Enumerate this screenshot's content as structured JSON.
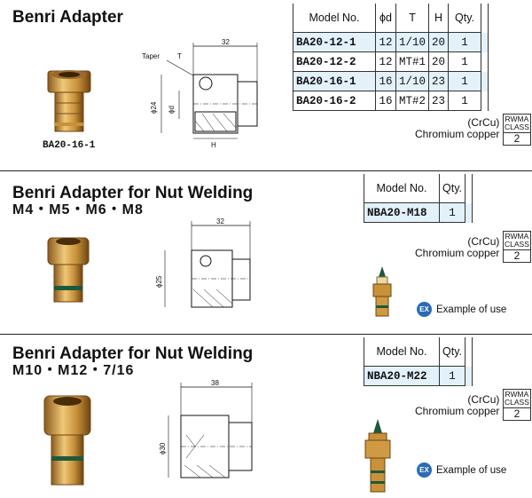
{
  "sections": [
    {
      "title": "Benri Adapter",
      "subtitle": "",
      "photo_caption": "BA20-16-1",
      "drawing": {
        "dim_length": "32",
        "dim_diameter": "ϕ24",
        "dim_bore": "ϕd",
        "taper_label": "Taper",
        "taper_symbol": "T",
        "h_label": "H"
      },
      "table": {
        "headers": [
          "Model No.",
          "ϕd",
          "T",
          "H",
          "Qty."
        ],
        "rows": [
          [
            "BA20-12-1",
            "12",
            "1/10",
            "20",
            "1"
          ],
          [
            "BA20-12-2",
            "12",
            "MT#1",
            "20",
            "1"
          ],
          [
            "BA20-16-1",
            "16",
            "1/10",
            "23",
            "1"
          ],
          [
            "BA20-16-2",
            "16",
            "MT#2",
            "23",
            "1"
          ]
        ],
        "highlighted_rows": [
          0,
          2
        ]
      },
      "material": {
        "code": "(CrCu)",
        "name": "Chromium copper",
        "rwma": "RWMA",
        "class_label": "CLASS",
        "class_value": "2"
      }
    },
    {
      "title": "Benri Adapter for Nut Welding",
      "subtitle": "M4・M5・M6・M8",
      "drawing": {
        "dim_length": "32",
        "dim_diameter": "ϕ25"
      },
      "table": {
        "headers": [
          "Model No.",
          "Qty."
        ],
        "rows": [
          [
            "NBA20-M18",
            "1"
          ]
        ]
      },
      "material": {
        "code": "(CrCu)",
        "name": "Chromium copper",
        "rwma": "RWMA",
        "class_label": "CLASS",
        "class_value": "2"
      },
      "example": {
        "badge": "EX",
        "label": "Example of use"
      }
    },
    {
      "title": "Benri Adapter for Nut Welding",
      "subtitle": "M10・M12・7/16",
      "drawing": {
        "dim_length": "38",
        "dim_diameter": "ϕ30"
      },
      "table": {
        "headers": [
          "Model No.",
          "Qty."
        ],
        "rows": [
          [
            "NBA20-M22",
            "1"
          ]
        ]
      },
      "material": {
        "code": "(CrCu)",
        "name": "Chromium copper",
        "rwma": "RWMA",
        "class_label": "CLASS",
        "class_value": "2"
      },
      "example": {
        "badge": "EX",
        "label": "Example of use"
      }
    }
  ],
  "colors": {
    "brass": "#c8913a",
    "brass_light": "#f0c878",
    "oring": "#1d5a3a",
    "row_highlight": "#e3f1fb",
    "ex_badge": "#2a6bb5"
  }
}
